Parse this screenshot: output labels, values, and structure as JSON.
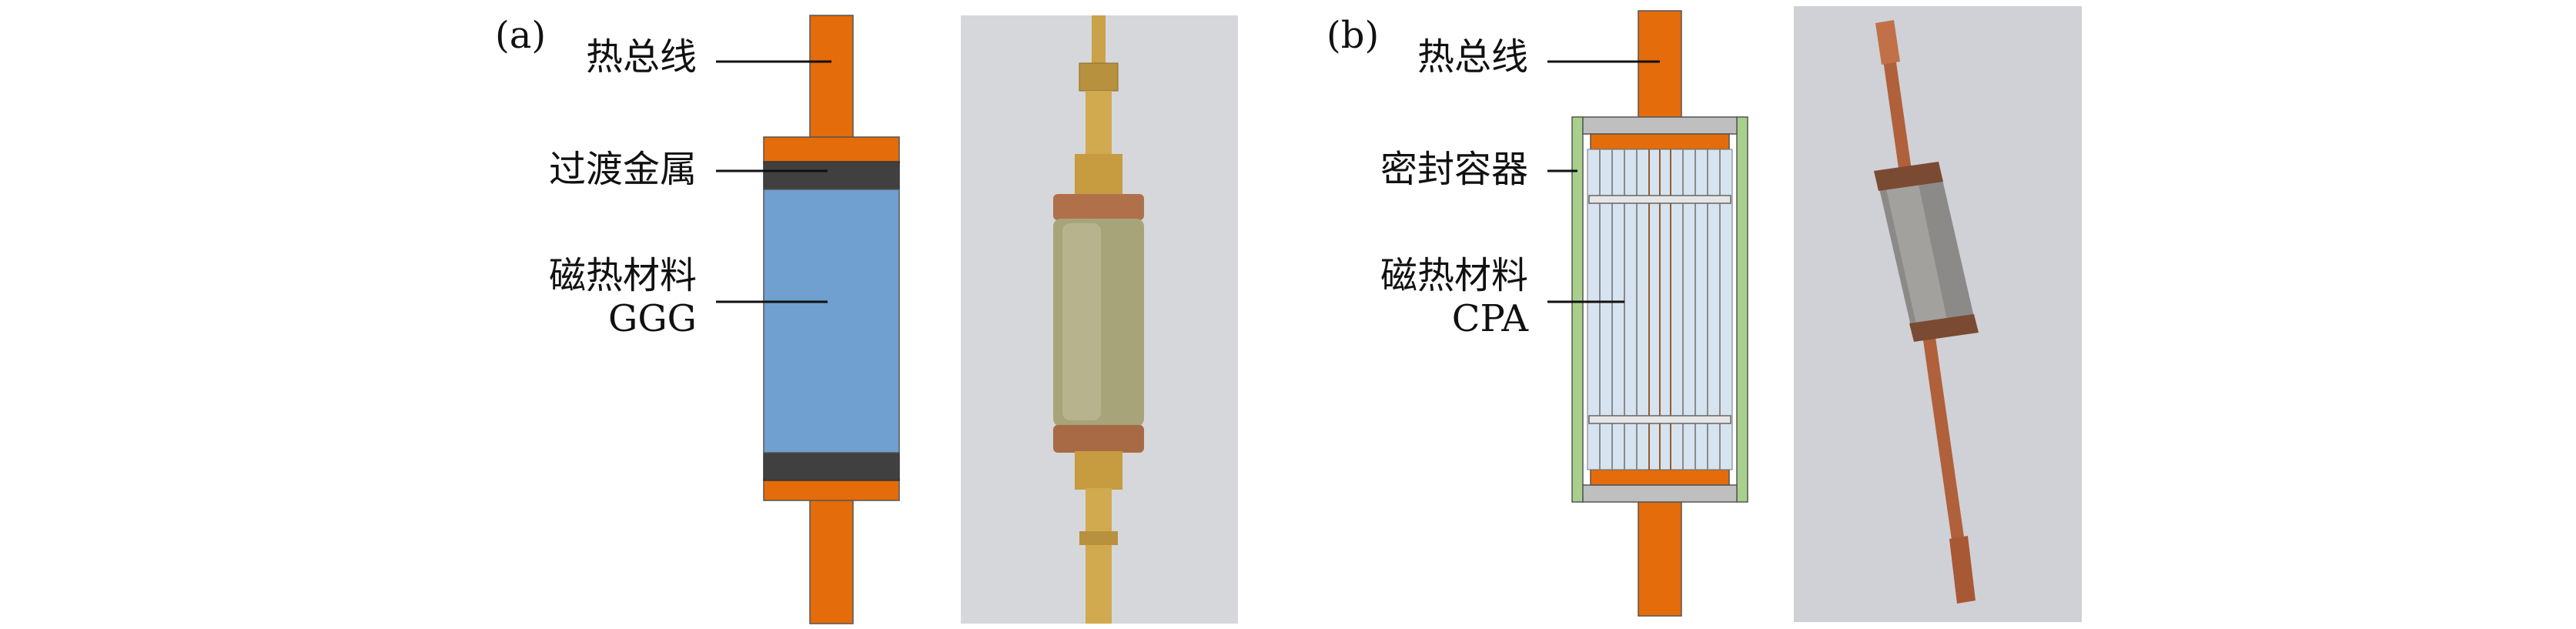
{
  "panel_a": {
    "tag": "(a)",
    "labels": {
      "heat_bus": "热总线",
      "transition_metal": "过渡金属",
      "magnetocaloric_line1": "磁热材料",
      "magnetocaloric_line2": "GGG"
    },
    "photo": {
      "kind": "photo of GGG salt pill on brass rod"
    }
  },
  "panel_b": {
    "tag": "(b)",
    "labels": {
      "heat_bus": "热总线",
      "sealed_container": "密封容器",
      "magnetocaloric_line1": "磁热材料",
      "magnetocaloric_line2": "CPA"
    },
    "photo": {
      "kind": "photo of CPA salt pill on copper rod"
    }
  },
  "colors": {
    "heat_bus": "#E46C0A",
    "transition_metal": "#404040",
    "ggg": "#6FA0CF",
    "cpa_fill": "#D6E3F0",
    "container_wall": "#A8D08D",
    "cap": "#BFBFBF",
    "photo_bg_a": "#D5D7DA",
    "photo_bg_b": "#CFD1D6"
  }
}
